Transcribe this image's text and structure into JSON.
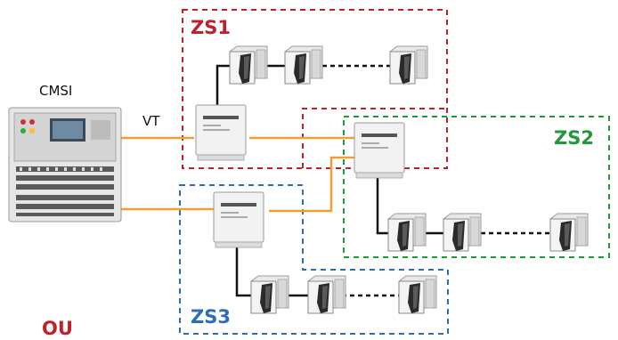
{
  "diagram": {
    "cmsi_label": "CMSI",
    "link_label": "VT",
    "footer_label": "OU",
    "zones": [
      {
        "name": "ZS1",
        "color": "#c0202a"
      },
      {
        "name": "ZS2",
        "color": "#1f9a3a"
      },
      {
        "name": "ZS3",
        "color": "#2a6fb5"
      }
    ],
    "colors": {
      "cable_orange": "#f0a030",
      "cable_black": "#111111",
      "footer_red": "#c0202a"
    },
    "icons": {
      "controller": "fire-alarm-control-panel",
      "module": "relay-module-box",
      "actuator": "smoke-vent-actuator"
    }
  }
}
